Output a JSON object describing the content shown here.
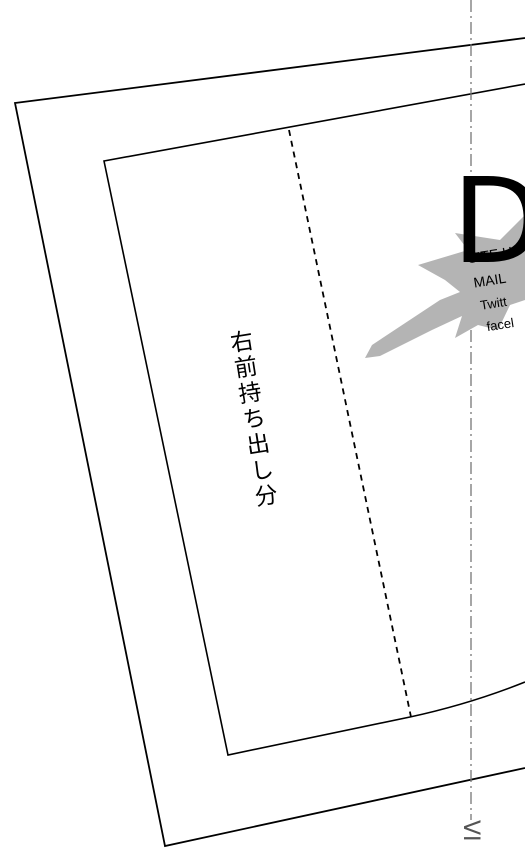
{
  "pattern": {
    "piece_label": "右前持ち出し分",
    "fold_mark_fragment": "VI"
  },
  "brand": {
    "logo_letter": "D",
    "contact_lines": [
      "SITE H",
      "MAIL",
      "Twitt",
      "facel"
    ]
  },
  "colors": {
    "outline": "#000000",
    "fold_line": "#777777",
    "burst": "#b4b4b4",
    "background": "#ffffff"
  }
}
